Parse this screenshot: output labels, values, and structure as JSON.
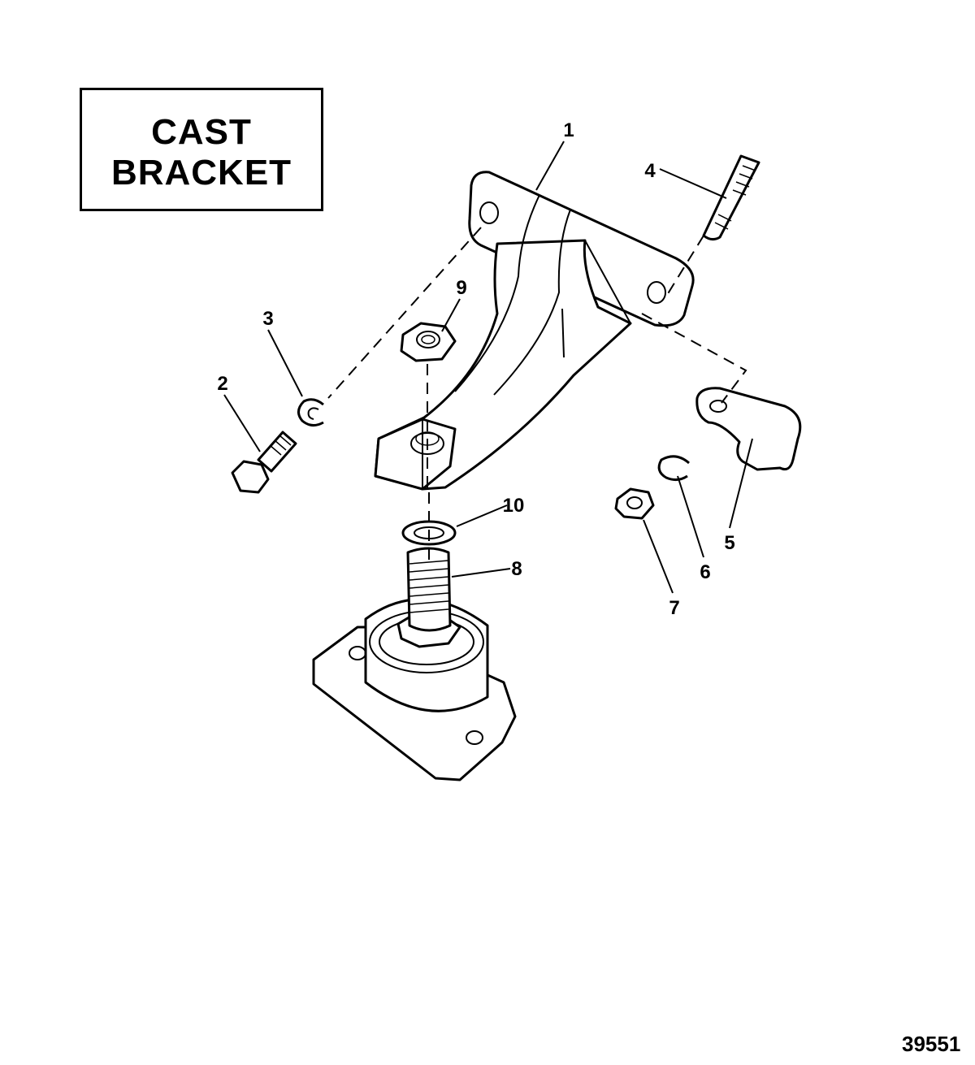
{
  "title": {
    "line1": "CAST",
    "line2": "BRACKET"
  },
  "figure_number": "39551",
  "part_labels": [
    "1",
    "2",
    "3",
    "4",
    "5",
    "6",
    "7",
    "8",
    "9",
    "10"
  ]
}
